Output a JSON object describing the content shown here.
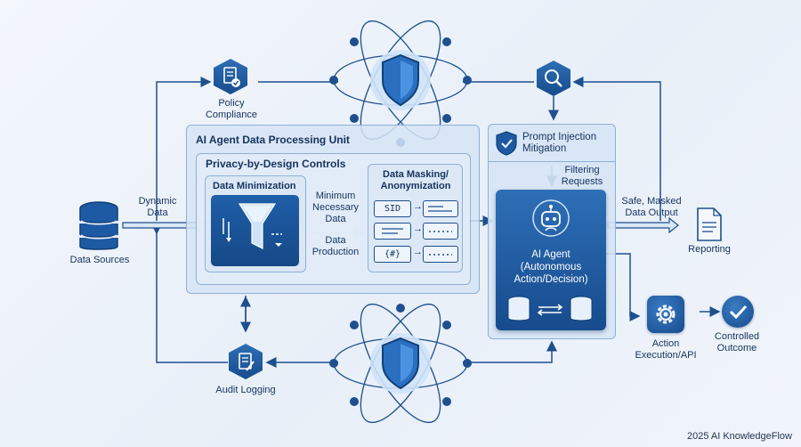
{
  "diagram": {
    "unit_title": "AI Agent Data Processing Unit",
    "controls_title": "Privacy-by-Design Controls",
    "minimization_title": "Data Minimization",
    "masking_title": "Data Masking/ Anonymization",
    "mask_rows": [
      "SID",
      "",
      "{#}"
    ],
    "prompt_injection_title": "Prompt Injection Mitigation",
    "agent_label": "AI Agent (Autonomous Action/Decision)",
    "labels": {
      "data_sources": "Data Sources",
      "dynamic_data": "Dynamic Data",
      "minimum_necessary": "Minimum Necessary Data",
      "data_production": "Data Production",
      "filtering_requests": "Filtering Requests",
      "safe_output": "Safe, Masked Data Output",
      "reporting": "Reporting",
      "policy_compliance": "Policy Compliance",
      "audit_logging": "Audit Logging",
      "action_execution": "Action Execution/API",
      "controlled_outcome": "Controlled Outcome"
    },
    "icons": {
      "database": "database-icon",
      "policy": "policy-document-icon",
      "audit": "audit-log-icon",
      "shield": "shield-icon",
      "magnifier": "magnifier-icon",
      "robot": "robot-icon",
      "gear": "gear-icon",
      "check": "check-circle-icon",
      "report": "report-document-icon",
      "funnel": "funnel-icon"
    },
    "colors": {
      "primary": "#1d5aa3",
      "dark": "#15335e",
      "panel": "#d6e4f4",
      "accent": "#3b8fe0"
    }
  },
  "footer": "2025 AI KnowledgeFlow"
}
